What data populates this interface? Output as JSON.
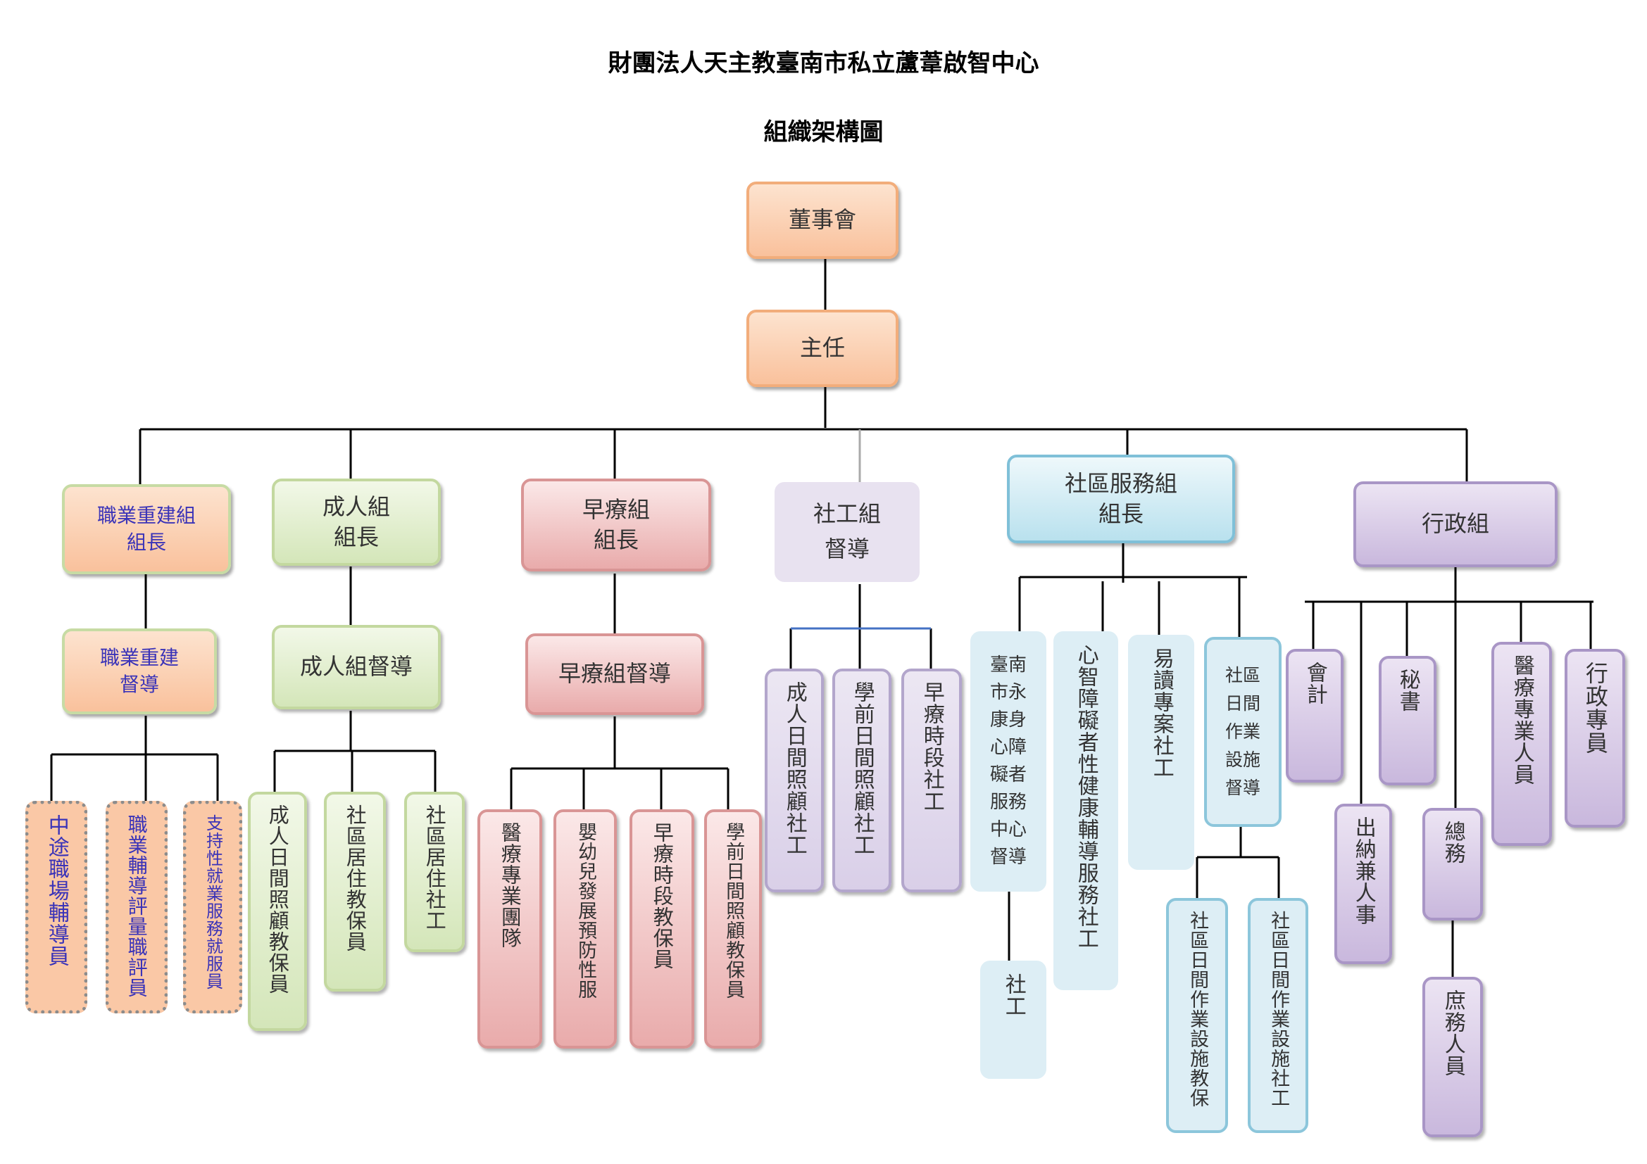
{
  "title": "財團法人天主教臺南市私立蘆葦啟智中心",
  "subtitle": "組織架構圖",
  "nodes": {
    "board": "董事會",
    "director": "主任",
    "vocational_leader": "職業重建組\n組長",
    "vocational_supervisor": "職業重建\n督導",
    "voc_staff_1": "中途職場輔導員",
    "voc_staff_2": "職業輔導評量職評員",
    "voc_staff_3": "支持性就業服務就服員",
    "adult_leader": "成人組\n組長",
    "adult_supervisor": "成人組督導",
    "adult_staff_1": "成人日間照顧教保員",
    "adult_staff_2": "社區居住教保員",
    "adult_staff_3": "社區居住社工",
    "early_leader": "早療組\n組長",
    "early_supervisor": "早療組督導",
    "early_staff_1": "醫療專業團隊",
    "early_staff_2": "嬰幼兒發展預防性服",
    "early_staff_3": "早療時段教保員",
    "early_staff_4": "學前日間照顧教保員",
    "social_supervisor": "社工組\n督導",
    "social_staff_1": "成人日間照顧社工",
    "social_staff_2": "學前日間照顧社工",
    "social_staff_3": "早療時段社工",
    "community_leader": "社區服務組\n組長",
    "community_center": "臺南\n市永\n康身\n心障\n礙者\n服務\n中心\n督導",
    "community_center_social": "社工",
    "community_health": "心智障礙者性健康輔導服務社工",
    "community_easyread": "易讀專案社工",
    "community_day_supervisor": "社區\n日間\n作業\n設施\n督導",
    "community_day_staff_1": "社區日間作業設施教保",
    "community_day_staff_2": "社區日間作業設施社工",
    "admin_leader": "行政組",
    "admin_accounting": "會計",
    "admin_cashier": "出納兼人事",
    "admin_secretary": "秘書",
    "admin_general": "總務",
    "admin_general_staff": "庶務人員",
    "admin_medical": "醫療專業人員",
    "admin_officer": "行政專員"
  },
  "colors": {
    "line": "#000000",
    "accent_line": "#4472c4"
  }
}
